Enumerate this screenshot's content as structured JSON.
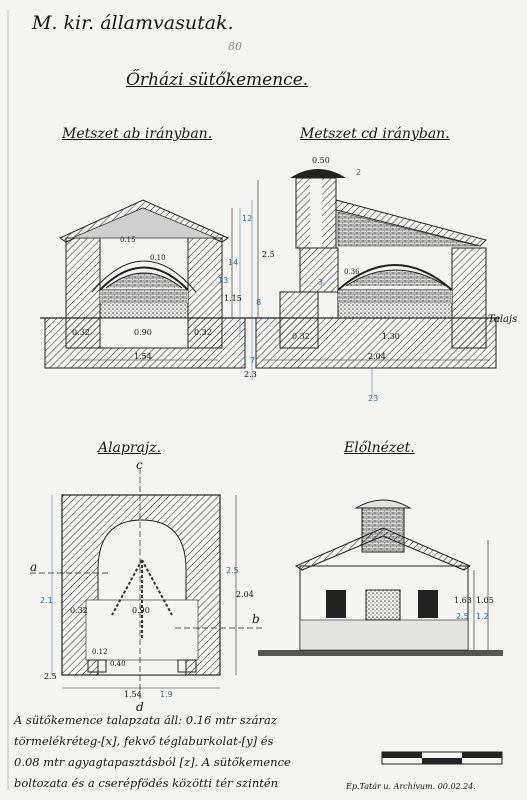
{
  "header": {
    "title": "M. kir. államvasutak.",
    "pencil_note": "80",
    "subtitle": "Őrházi sütőkemence."
  },
  "views": {
    "section_ab": "Metszet ab irányban.",
    "section_cd": "Metszet cd irányban.",
    "plan": "Alaprajz.",
    "front": "Előlnézet."
  },
  "labels": {
    "ground": "Talajs",
    "cut_a": "a",
    "cut_b": "b",
    "cut_c": "c",
    "cut_d": "d"
  },
  "dimensions": {
    "ab": [
      "0.90",
      "0.32",
      "0.32",
      "1.54",
      "1.15",
      "0.15",
      "0.10"
    ],
    "cd": [
      "0.50",
      "2.04",
      "1.30",
      "0.32",
      "0.36",
      "2.5",
      "2.3"
    ],
    "plan": [
      "2.04",
      "1.54",
      "0.90",
      "0.32",
      "0.12",
      "2.5",
      "0.40"
    ],
    "front": [
      "1.05",
      "1.63",
      "2.5",
      "1.2"
    ],
    "blue_ab": [
      "14",
      "13",
      "12"
    ],
    "blue_cd": [
      "2",
      "3",
      "23",
      "8",
      "7"
    ],
    "blue_plan": [
      "2.1",
      "2.5",
      "1.9"
    ]
  },
  "note_lines": [
    "A sütőkemence talapzata áll: 0.16 mtr száraz",
    "törmelékréteg-[x], fekvő téglaburkolat-[y] és",
    "0.08 mtr agyagtapasztásból [z]. A sütőkemence",
    "boltozata és a cserépfödés közötti tér szintén"
  ],
  "stamp": "Ép.Tatár u. Archívum. 00.02.24."
}
